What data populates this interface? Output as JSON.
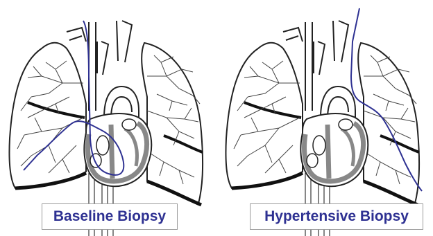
{
  "panels": [
    {
      "id": "baseline",
      "label": "Baseline Biopsy"
    },
    {
      "id": "hypertensive",
      "label": "Hypertensive Biopsy"
    }
  ],
  "colors": {
    "catheter": "#2e3192",
    "outline": "#222222",
    "heart_wall": "#888888",
    "lung_fill": "#ffffff",
    "label_text": "#2e3192",
    "label_border": "#9a9a9a"
  }
}
